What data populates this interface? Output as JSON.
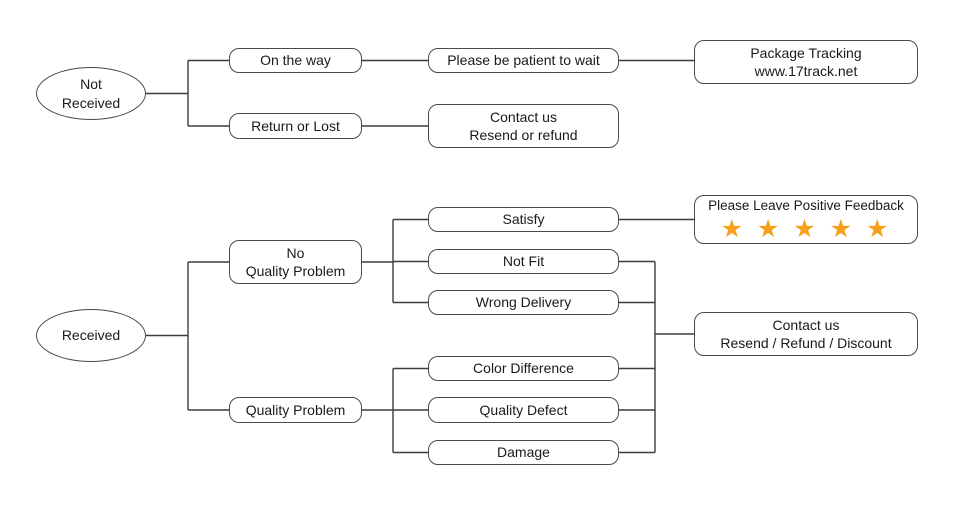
{
  "flowchart": {
    "colors": {
      "star": "#F7A01B",
      "line": "#3D3D3D",
      "box_border": "#4A4A4A",
      "text": "#1A1A1A",
      "background": "#FFFFFF"
    },
    "nodes": {
      "not_received": {
        "label": "Not\nReceived"
      },
      "on_the_way": {
        "label": "On the way"
      },
      "please_be_patient": {
        "label": "Please be patient to wait"
      },
      "package_tracking": {
        "label": "Package Tracking\nwww.17track.net"
      },
      "return_or_lost": {
        "label": "Return or Lost"
      },
      "contact_us_resend_refund": {
        "label": "Contact us\nResend or refund"
      },
      "received": {
        "label": "Received"
      },
      "no_quality_problem": {
        "label": "No\nQuality Problem"
      },
      "quality_problem": {
        "label": "Quality Problem"
      },
      "satisfy": {
        "label": "Satisfy"
      },
      "not_fit": {
        "label": "Not Fit"
      },
      "wrong_delivery": {
        "label": "Wrong Delivery"
      },
      "color_difference": {
        "label": "Color Difference"
      },
      "quality_defect": {
        "label": "Quality Defect"
      },
      "damage": {
        "label": "Damage"
      },
      "positive_feedback": {
        "label": "Please Leave Positive Feedback",
        "stars": "★ ★ ★ ★ ★",
        "star_count": 5
      },
      "contact_us_resend_refund_discount": {
        "label": "Contact us\nResend / Refund / Discount"
      }
    }
  }
}
